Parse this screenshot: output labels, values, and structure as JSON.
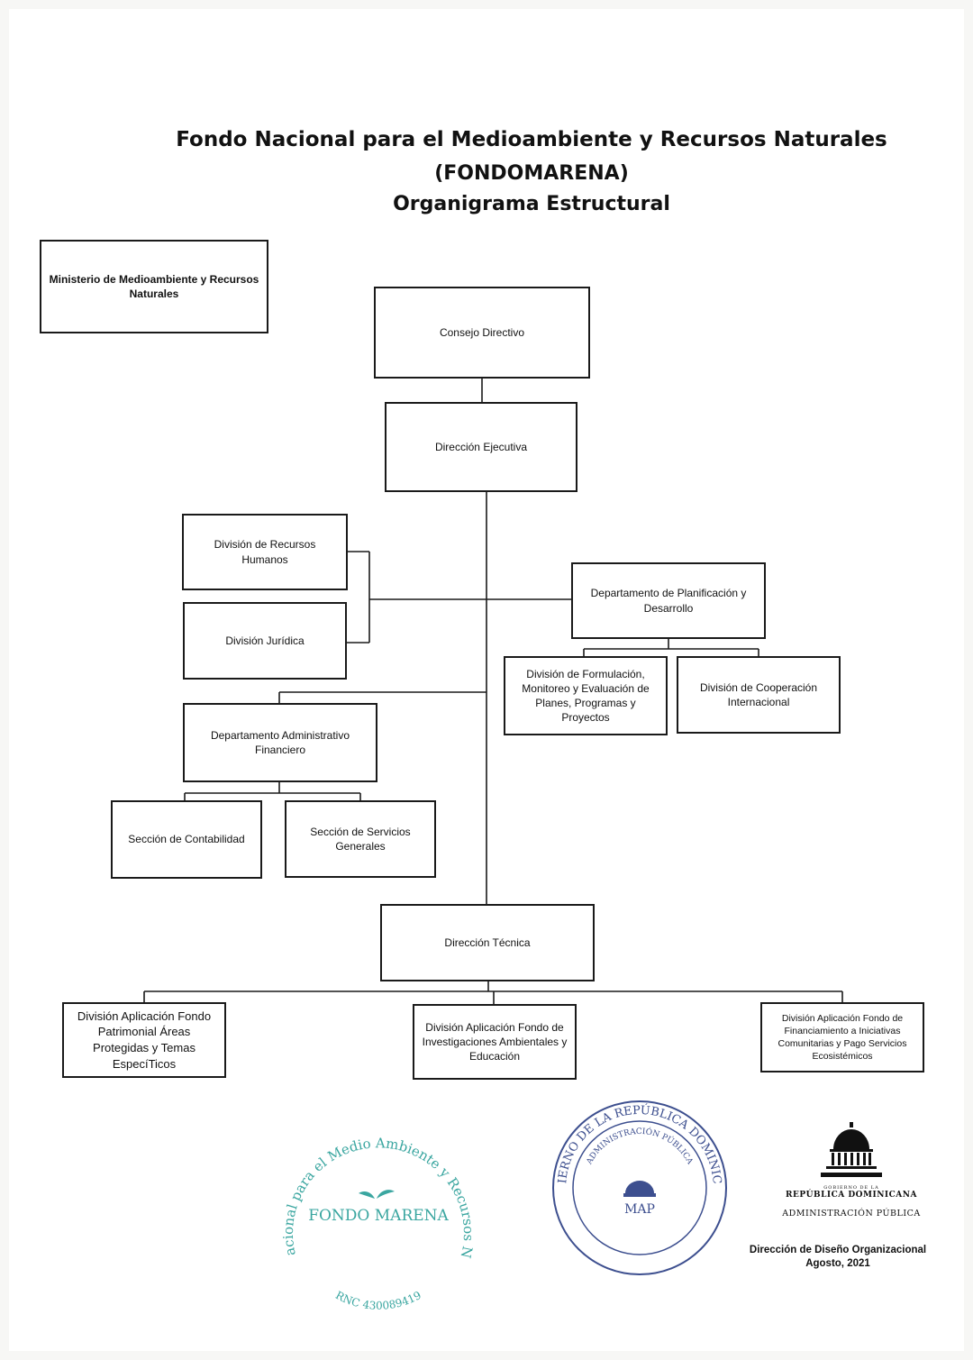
{
  "header": {
    "title_line1": "Fondo Nacional para el Medioambiente y Recursos Naturales",
    "title_line2": "(FONDOMARENA)",
    "title_line3": "Organigrama Estructural"
  },
  "units": {
    "ministerio": "Ministerio de Medioambiente y Recursos Naturales",
    "consejo": "Consejo Directivo",
    "direccion_ejecutiva": "Dirección Ejecutiva",
    "div_rrhh": "División de Recursos Humanos",
    "div_juridica": "División Jurídica",
    "depto_planificacion": "Departamento de Planificación y Desarrollo",
    "div_formulacion": "División de Formulación, Monitoreo y Evaluación de Planes, Programas y Proyectos",
    "div_cooperacion": "División de Cooperación Internacional",
    "depto_administrativo": "Departamento Administrativo Financiero",
    "sec_contabilidad": "Sección de Contabilidad",
    "sec_servicios": "Sección de Servicios Generales",
    "direccion_tecnica": "Dirección Técnica",
    "div_fondo_patrimonial": "División Aplicación Fondo Patrimonial Áreas Protegidas y Temas EspecíTicos",
    "div_fondo_investigaciones": "División Aplicación Fondo de Investigaciones Ambientales y Educación",
    "div_fondo_financiamiento": "División Aplicación Fondo de Financiamiento a Iniciativas Comunitarias y Pago Servicios Ecosistémicos"
  },
  "seals": {
    "fondomarena_ring": "Fondo Nacional para el Medio Ambiente y Recursos Naturales",
    "fondomarena_name": "FONDO MARENA",
    "fondomarena_rnc": "RNC 430089419",
    "map_ring_outer": "GOBIERNO DE LA REPÚBLICA DOMINICANA",
    "map_ring_inner": "ADMINISTRACIÓN PÚBLICA",
    "map_center": "MAP"
  },
  "logo": {
    "gobierno": "GOBIERNO DE LA",
    "republica": "REPÚBLICA DOMINICANA",
    "administracion": "ADMINISTRACIÓN PÚBLICA"
  },
  "footer": {
    "line1": "Dirección de Diseño Organizacional",
    "line2": "Agosto, 2021"
  },
  "colors": {
    "stamp_teal": "#3aa6a0",
    "stamp_blue": "#3d4f8f",
    "box_border": "#1a1a1a"
  }
}
